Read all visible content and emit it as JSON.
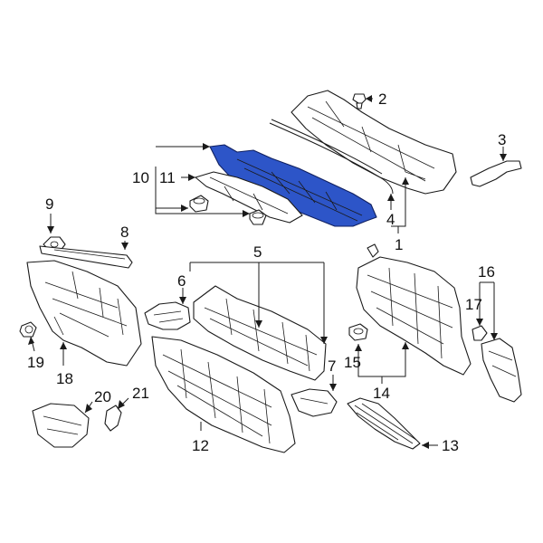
{
  "diagram": {
    "highlight_color": "#2d55c8",
    "highlighted_part": "1",
    "callouts": [
      "1",
      "2",
      "3",
      "4",
      "5",
      "6",
      "7",
      "8",
      "9",
      "10",
      "11",
      "12",
      "13",
      "14",
      "15",
      "16",
      "17",
      "18",
      "19",
      "20",
      "21"
    ]
  }
}
